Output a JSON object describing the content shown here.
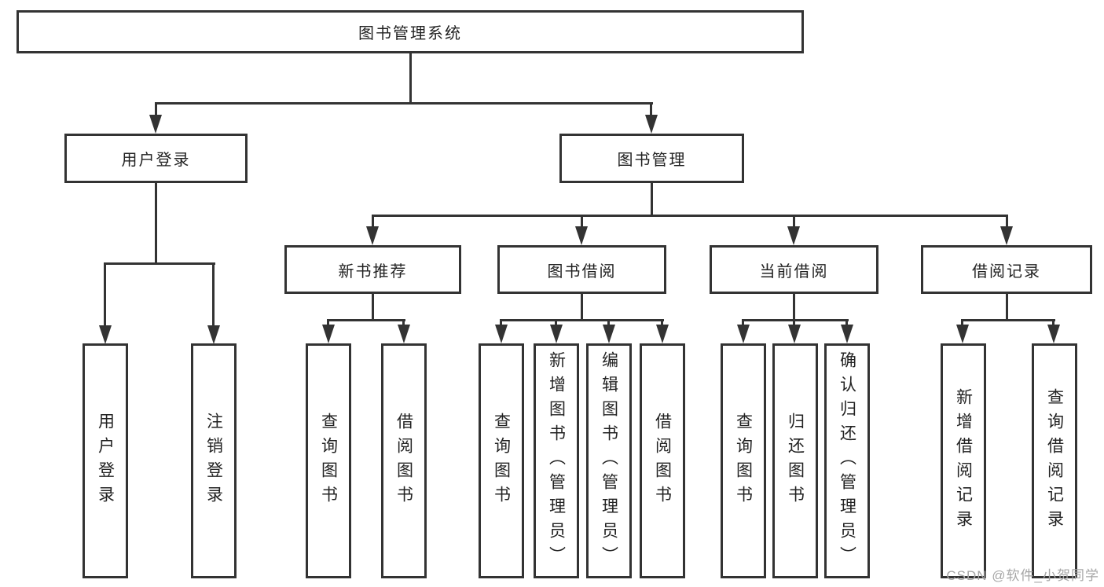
{
  "diagram": {
    "root": {
      "label": "图书管理系统"
    },
    "branches": [
      {
        "label": "用户登录",
        "children": [
          "用户登录",
          "注销登录"
        ]
      },
      {
        "label": "图书管理",
        "sections": [
          {
            "label": "新书推荐",
            "children": [
              "查询图书",
              "借阅图书"
            ]
          },
          {
            "label": "图书借阅",
            "children": [
              "查询图书",
              "新增图书（管理员）",
              "编辑图书（管理员）",
              "借阅图书"
            ]
          },
          {
            "label": "当前借阅",
            "children": [
              "查询图书",
              "归还图书",
              "确认归还（管理员）"
            ]
          },
          {
            "label": "借阅记录",
            "children": [
              "新增借阅记录",
              "查询借阅记录"
            ]
          }
        ]
      }
    ],
    "colors": {
      "line": "#333333",
      "box_border": "#333333",
      "text": "#222222",
      "watermark": "#a6a6a6"
    }
  },
  "watermark": {
    "text": "CSDN @软件_小贺同学"
  }
}
